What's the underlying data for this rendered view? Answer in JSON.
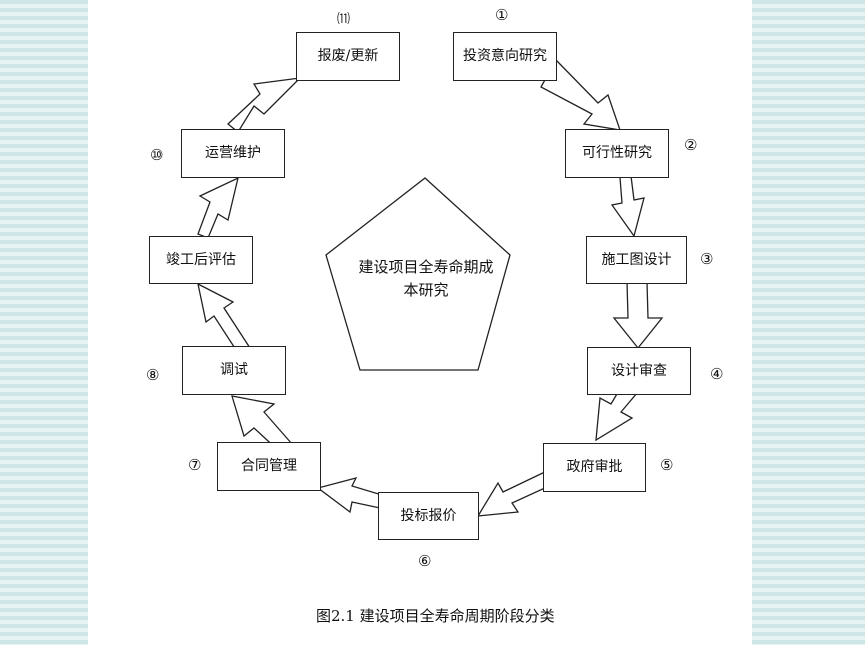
{
  "diagram": {
    "center_title": "建设项目全寿命期成本研究",
    "stages": [
      {
        "num": "①",
        "label": "投资意向研究"
      },
      {
        "num": "②",
        "label": "可行性研究"
      },
      {
        "num": "③",
        "label": "施工图设计"
      },
      {
        "num": "④",
        "label": "设计审查"
      },
      {
        "num": "⑤",
        "label": "政府审批"
      },
      {
        "num": "⑥",
        "label": "投标报价"
      },
      {
        "num": "⑦",
        "label": "合同管理"
      },
      {
        "num": "⑧",
        "label": "调试"
      },
      {
        "num": "",
        "label": "竣工后评估"
      },
      {
        "num": "⑩",
        "label": "运营维护"
      },
      {
        "num": "⑾",
        "label": "报废/更新"
      }
    ]
  },
  "caption": "图2.1  建设项目全寿命周期阶段分类"
}
